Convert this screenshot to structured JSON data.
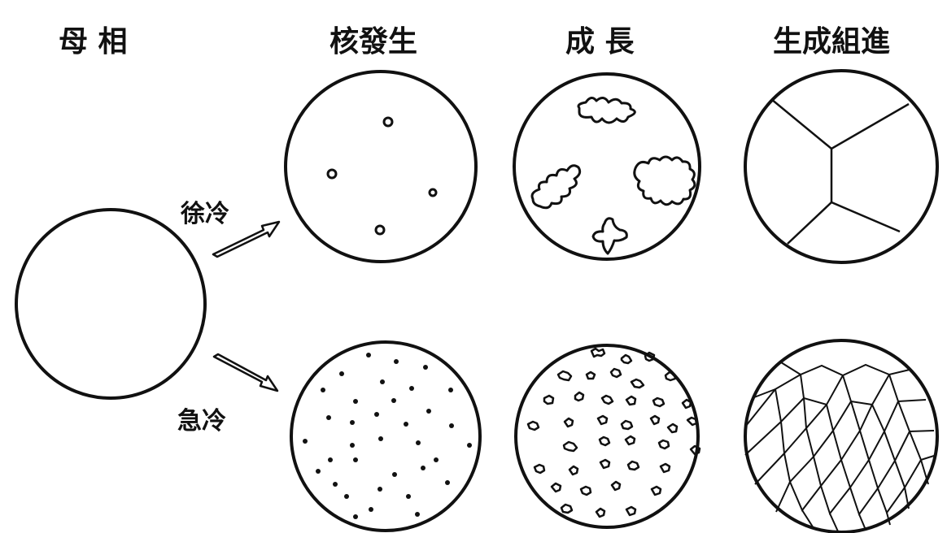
{
  "stages": {
    "parent": "母 相",
    "nucleation": "核發生",
    "growth": "成 長",
    "structure": "生成組進"
  },
  "paths": {
    "slow": "徐冷",
    "fast": "急冷"
  },
  "line_color": "#111111"
}
